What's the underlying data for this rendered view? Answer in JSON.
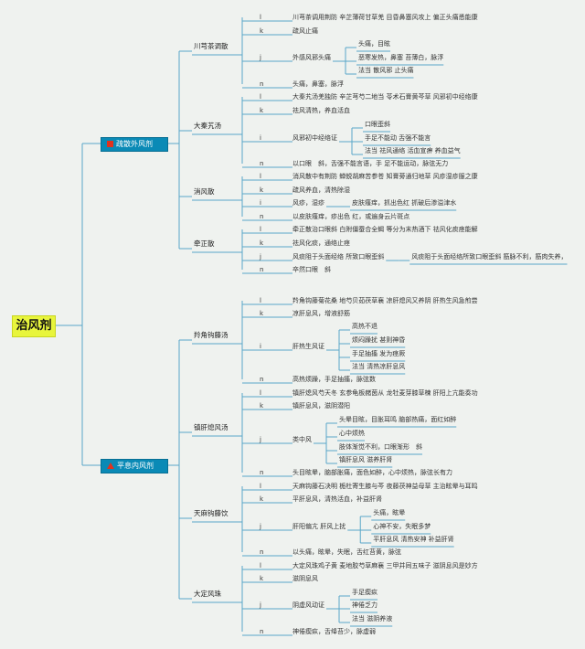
{
  "root": "治风剂",
  "branches": [
    {
      "label": "疏散外风剂",
      "icon": "red-square-icon",
      "formulas": [
        {
          "name": "川芎茶调散",
          "nodes": [
            {
              "key": "l",
              "text": "川芎茶调用荆防 辛芷薄荷甘草羌 目昏鼻塞风攻上 偏正头痛悉能康"
            },
            {
              "key": "k",
              "text": "疏风止痛"
            },
            {
              "key": "j",
              "text": "外感风邪头痛",
              "children": [
                "头痛，目眩",
                "恶寒发热，鼻塞 苔薄白，脉浮",
                "法当 散风邪 止头痛"
              ]
            },
            {
              "key": "n",
              "text": "头痛，鼻塞，脉浮"
            }
          ]
        },
        {
          "name": "大秦艽汤",
          "nodes": [
            {
              "key": "l",
              "text": "大秦艽汤羌独防 辛芷芎芍二地当 苓术石膏黄芩草 风邪初中经络康"
            },
            {
              "key": "k",
              "text": "祛风清热，养血活血"
            },
            {
              "key": "i",
              "text": "风邪初中经络证",
              "children": [
                "口眼歪斜",
                "手足不能动 舌强不能言",
                "法当 祛风通络 活血宣痹 养血益气"
              ]
            },
            {
              "key": "n",
              "text": "以口眼　斜，舌强不能言语，手 足不能运动，脉弦无力"
            }
          ]
        },
        {
          "name": "消风散",
          "nodes": [
            {
              "key": "l",
              "text": "消风散中有荆防 蝉蜕胡麻苦参苍 知膏蒡通归地草 风疹湿疹服之康"
            },
            {
              "key": "k",
              "text": "疏风养血，清热除湿"
            },
            {
              "key": "i",
              "text": "风疹，湿疹",
              "children": [
                "皮肤瘙痒，抓出色红 抓破后渗溢津水"
              ]
            },
            {
              "key": "n",
              "text": "以皮肤瘙痒，疹出色 红，或遍身云片斑点"
            }
          ]
        },
        {
          "name": "牵正散",
          "nodes": [
            {
              "key": "l",
              "text": "牵正散治口眼斜 白附僵蚕合全蝎 等分为末热酒下 祛风化痰痉能解"
            },
            {
              "key": "k",
              "text": "祛风化痰，通络止痉"
            },
            {
              "key": "j",
              "text": "风痰阻于头面经络 所致口眼歪斜",
              "children": [
                "风痰阻于头面经络所致口眼歪斜 筋脉不利，筋肉失养，"
              ]
            },
            {
              "key": "n",
              "text": "卒然口眼　斜"
            }
          ]
        }
      ]
    },
    {
      "label": "平息内风剂",
      "icon": "warning-triangle-icon",
      "formulas": [
        {
          "name": "羚角钩藤汤",
          "nodes": [
            {
              "key": "l",
              "text": "羚角钩藤菊花桑 地芍贝茹茯草襄 凉肝熄风又养阴 肝热生风急煎尝"
            },
            {
              "key": "k",
              "text": "凉肝息风，增液舒筋"
            },
            {
              "key": "i",
              "text": "肝热生风证",
              "children": [
                "高热不退",
                "烦闷躁扰 甚则神昏",
                "手足抽搐 发为痉厥",
                "法当 清热凉肝息风"
              ]
            },
            {
              "key": "n",
              "text": "高热烦躁，手足抽搐，脉弦数"
            }
          ]
        },
        {
          "name": "镇肝熄风汤",
          "nodes": [
            {
              "key": "l",
              "text": "镇肝熄风芍天冬 玄参龟板赭茵从 龙牡麦芽膝草楝 肝阳上亢能奏功"
            },
            {
              "key": "k",
              "text": "镇肝息风，滋阴潜阳"
            },
            {
              "key": "j",
              "text": "类中风",
              "children": [
                "头晕目眩，目胀耳鸣 脑部热痛，面红如醉",
                "心中烦热",
                "肢体渐觉不利，口眼渐形　斜",
                "镇肝息风 滋养肝肾"
              ]
            },
            {
              "key": "n",
              "text": "头目眩晕，脑部胀痛，面色如醉，心中烦热，脉弦长有力"
            }
          ]
        },
        {
          "name": "天麻钩藤饮",
          "nodes": [
            {
              "key": "l",
              "text": "天麻钩藤石决明 栀杜寄生膝与芩 夜藤茯神益母草 主治眩晕与耳鸣"
            },
            {
              "key": "k",
              "text": "平肝息风，清热活血，补益肝肾"
            },
            {
              "key": "j",
              "text": "肝阳偏亢 肝风上扰",
              "children": [
                "头痛，眩晕",
                "心神不安，失眠多梦",
                "平肝息风 清热安神 补益肝肾"
              ]
            },
            {
              "key": "n",
              "text": "以头痛，眩晕，失眠，舌红苔黄，脉弦"
            }
          ]
        },
        {
          "name": "大定风珠",
          "nodes": [
            {
              "key": "l",
              "text": "大定风珠鸡子黄 麦地胶芍草麻襄 三甲并同五味子 滋阴息风是妙方"
            },
            {
              "key": "k",
              "text": "滋阴息风"
            },
            {
              "key": "j",
              "text": "阴虚风动证",
              "children": [
                "手足瘈疭",
                "神倦乏力",
                "法当 滋阴养液"
              ]
            },
            {
              "key": "n",
              "text": "神倦瘈疭，舌绛苔少，脉虚弱"
            }
          ]
        }
      ]
    }
  ]
}
